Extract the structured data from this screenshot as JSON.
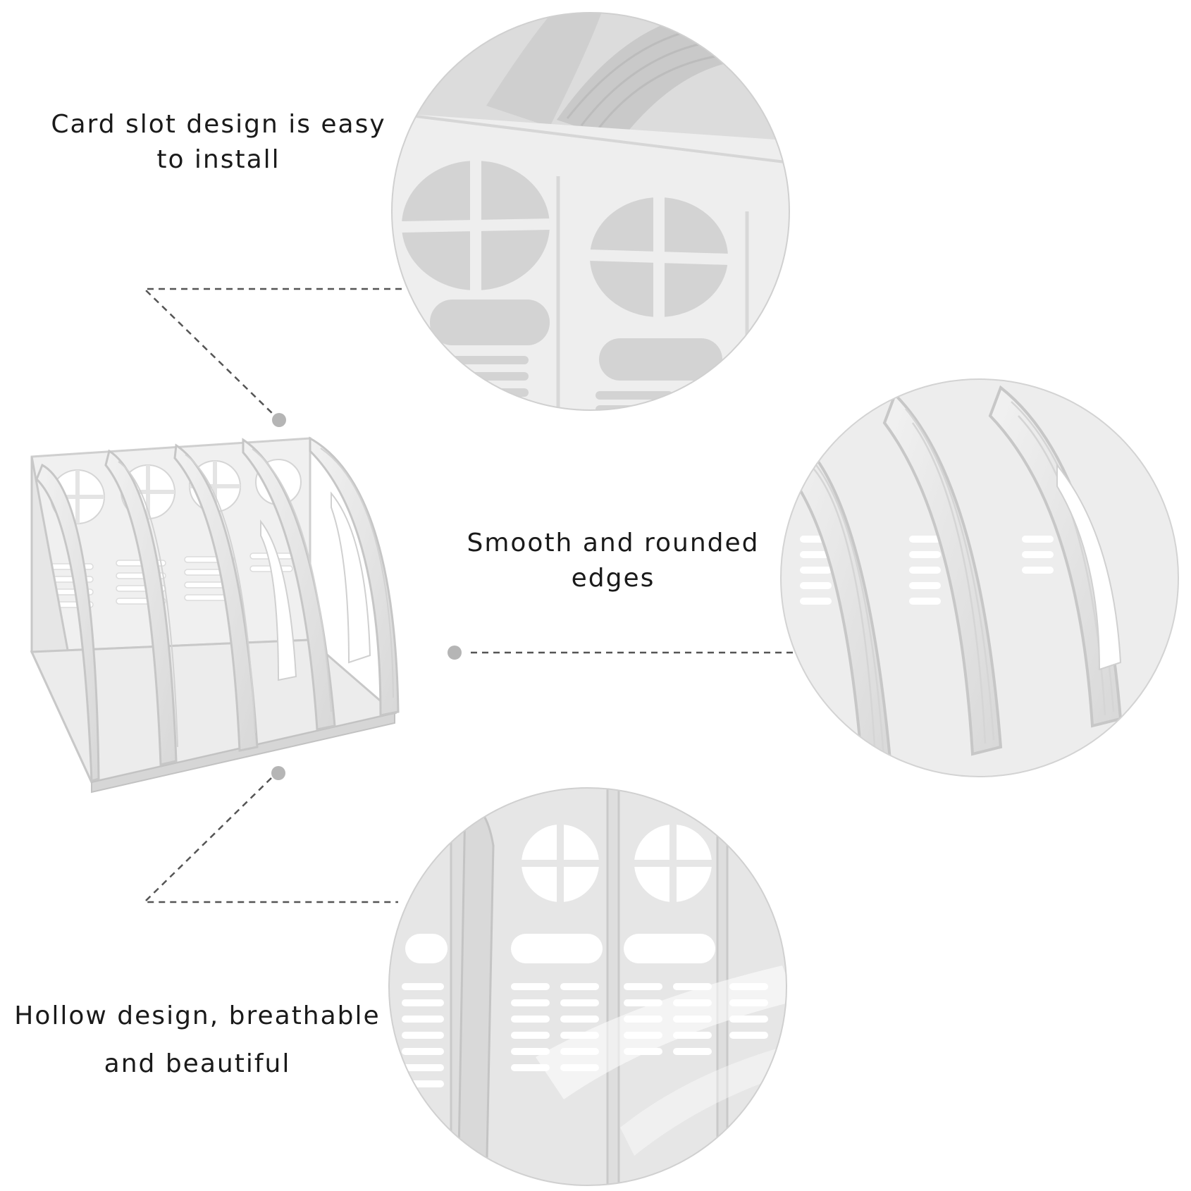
{
  "captions": {
    "card_slot": {
      "line1": "Card slot design is easy",
      "line2": "to install"
    },
    "smooth_edges": {
      "line1": "Smooth and rounded",
      "line2": "edges"
    },
    "hollow_design": {
      "line1": "Hollow design, breathable",
      "line2": "and beautiful"
    }
  },
  "colors": {
    "background": "#ffffff",
    "plastic": "#e9e9e9",
    "plastic_shadow": "#c9c9c9",
    "leader_line": "#555555",
    "dot": "#b5b5b5"
  }
}
